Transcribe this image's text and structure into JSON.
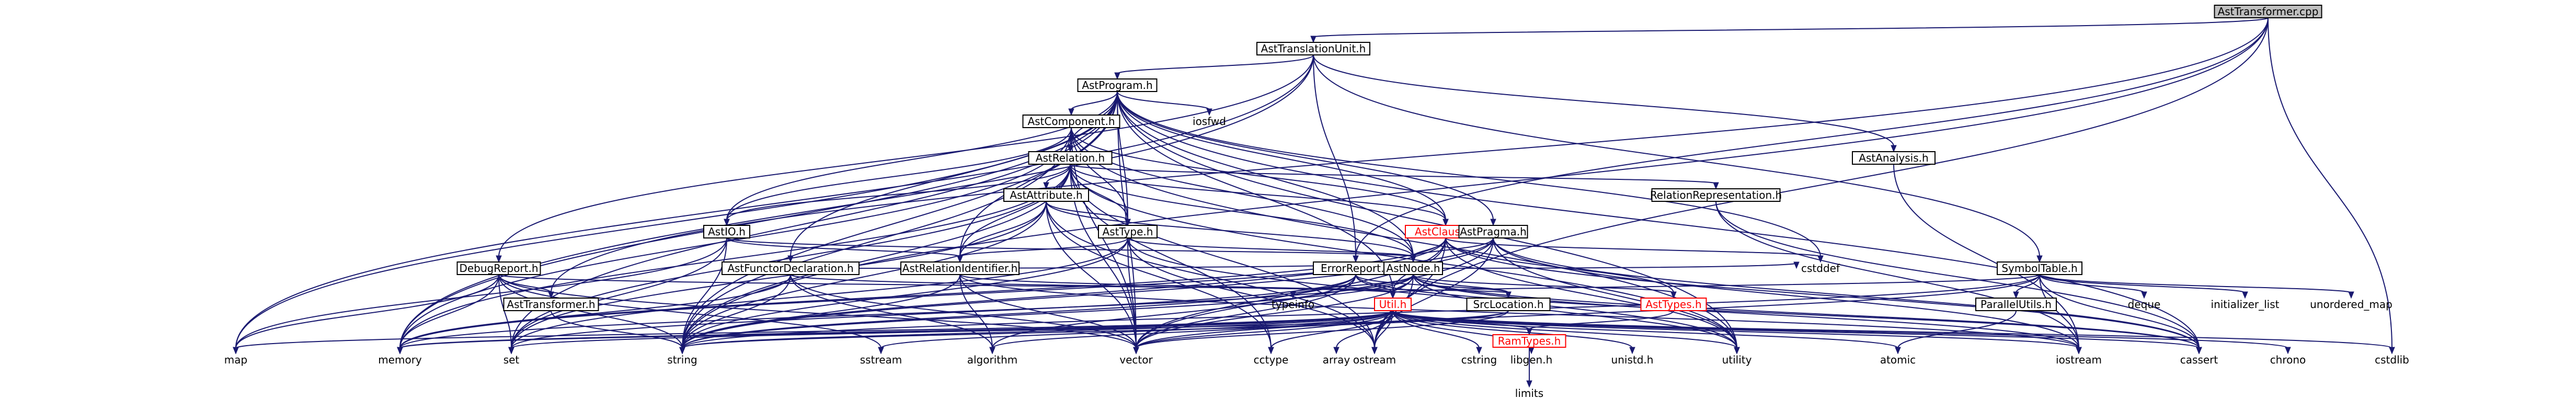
{
  "diagram": {
    "type": "include-dependency-graph",
    "nodes": [
      {
        "id": "root",
        "label": "AstTransformer.cpp",
        "kind": "root"
      },
      {
        "id": "tu",
        "label": "AstTranslationUnit.h",
        "kind": "std"
      },
      {
        "id": "prog",
        "label": "AstProgram.h",
        "kind": "std"
      },
      {
        "id": "comp",
        "label": "AstComponent.h",
        "kind": "std"
      },
      {
        "id": "rel",
        "label": "AstRelation.h",
        "kind": "std"
      },
      {
        "id": "attr",
        "label": "AstAttribute.h",
        "kind": "std"
      },
      {
        "id": "clause",
        "label": "AstClause.h",
        "kind": "red"
      },
      {
        "id": "io",
        "label": "AstIO.h",
        "kind": "std"
      },
      {
        "id": "type",
        "label": "AstType.h",
        "kind": "std"
      },
      {
        "id": "pragma",
        "label": "AstPragma.h",
        "kind": "std"
      },
      {
        "id": "relrep",
        "label": "RelationRepresentation.h",
        "kind": "std"
      },
      {
        "id": "analysis",
        "label": "AstAnalysis.h",
        "kind": "std"
      },
      {
        "id": "debug",
        "label": "DebugReport.h",
        "kind": "std"
      },
      {
        "id": "funcdecl",
        "label": "AstFunctorDeclaration.h",
        "kind": "std"
      },
      {
        "id": "relid",
        "label": "AstRelationIdentifier.h",
        "kind": "std"
      },
      {
        "id": "asttrans",
        "label": "AstTransformer.h",
        "kind": "std"
      },
      {
        "id": "err",
        "label": "ErrorReport.h",
        "kind": "std"
      },
      {
        "id": "node",
        "label": "AstNode.h",
        "kind": "std"
      },
      {
        "id": "symtab",
        "label": "SymbolTable.h",
        "kind": "std"
      },
      {
        "id": "util",
        "label": "Util.h",
        "kind": "red"
      },
      {
        "id": "srcloc",
        "label": "SrcLocation.h",
        "kind": "std"
      },
      {
        "id": "asttypes",
        "label": "AstTypes.h",
        "kind": "red"
      },
      {
        "id": "ramtypes",
        "label": "RamTypes.h",
        "kind": "red"
      },
      {
        "id": "parutils",
        "label": "ParallelUtils.h",
        "kind": "std"
      },
      {
        "id": "map",
        "label": "map",
        "kind": "plain"
      },
      {
        "id": "memory",
        "label": "memory",
        "kind": "plain"
      },
      {
        "id": "set",
        "label": "set",
        "kind": "plain"
      },
      {
        "id": "string",
        "label": "string",
        "kind": "plain"
      },
      {
        "id": "sstream",
        "label": "sstream",
        "kind": "plain"
      },
      {
        "id": "vector",
        "label": "vector",
        "kind": "plain"
      },
      {
        "id": "algorithm",
        "label": "algorithm",
        "kind": "plain"
      },
      {
        "id": "cctype",
        "label": "cctype",
        "kind": "plain"
      },
      {
        "id": "ostream",
        "label": "ostream",
        "kind": "plain"
      },
      {
        "id": "libgen",
        "label": "libgen.h",
        "kind": "plain"
      },
      {
        "id": "unistd",
        "label": "unistd.h",
        "kind": "plain"
      },
      {
        "id": "limits",
        "label": "limits",
        "kind": "plain"
      },
      {
        "id": "utility",
        "label": "utility",
        "kind": "plain"
      },
      {
        "id": "atomic",
        "label": "atomic",
        "kind": "plain"
      },
      {
        "id": "iostream",
        "label": "iostream",
        "kind": "plain"
      },
      {
        "id": "cassert",
        "label": "cassert",
        "kind": "plain"
      },
      {
        "id": "chrono",
        "label": "chrono",
        "kind": "plain"
      },
      {
        "id": "cstdlib",
        "label": "cstdlib",
        "kind": "plain"
      },
      {
        "id": "cstddef",
        "label": "cstddef",
        "kind": "plain"
      },
      {
        "id": "typeinfo",
        "label": "typeinfo",
        "kind": "plain"
      },
      {
        "id": "array",
        "label": "array",
        "kind": "plain"
      },
      {
        "id": "cstring",
        "label": "cstring",
        "kind": "plain"
      },
      {
        "id": "iosfwd",
        "label": "iosfwd",
        "kind": "plain"
      },
      {
        "id": "deque",
        "label": "deque",
        "kind": "plain"
      },
      {
        "id": "initlist",
        "label": "initializer_list",
        "kind": "plain"
      },
      {
        "id": "umap",
        "label": "unordered_map",
        "kind": "plain"
      }
    ],
    "edges": [
      [
        "root",
        "tu"
      ],
      [
        "root",
        "asttrans"
      ],
      [
        "root",
        "err"
      ],
      [
        "root",
        "ostream"
      ],
      [
        "root",
        "cstdlib"
      ],
      [
        "root",
        "string"
      ],
      [
        "tu",
        "prog"
      ],
      [
        "tu",
        "debug"
      ],
      [
        "tu",
        "err"
      ],
      [
        "tu",
        "analysis"
      ],
      [
        "tu",
        "symtab"
      ],
      [
        "tu",
        "map"
      ],
      [
        "tu",
        "memory"
      ],
      [
        "prog",
        "comp"
      ],
      [
        "prog",
        "rel"
      ],
      [
        "prog",
        "io"
      ],
      [
        "prog",
        "type"
      ],
      [
        "prog",
        "pragma"
      ],
      [
        "prog",
        "funcdecl"
      ],
      [
        "prog",
        "relid"
      ],
      [
        "prog",
        "clause"
      ],
      [
        "prog",
        "node"
      ],
      [
        "prog",
        "util"
      ],
      [
        "prog",
        "iosfwd"
      ],
      [
        "prog",
        "map"
      ],
      [
        "prog",
        "memory"
      ],
      [
        "prog",
        "set"
      ],
      [
        "prog",
        "string"
      ],
      [
        "prog",
        "vector"
      ],
      [
        "prog",
        "cassert"
      ],
      [
        "prog",
        "utility"
      ],
      [
        "prog",
        "cstddef"
      ],
      [
        "comp",
        "rel"
      ],
      [
        "comp",
        "io"
      ],
      [
        "comp",
        "type"
      ],
      [
        "comp",
        "clause"
      ],
      [
        "comp",
        "node"
      ],
      [
        "comp",
        "memory"
      ],
      [
        "comp",
        "vector"
      ],
      [
        "comp",
        "utility"
      ],
      [
        "comp",
        "string"
      ],
      [
        "rel",
        "attr"
      ],
      [
        "rel",
        "clause"
      ],
      [
        "rel",
        "io"
      ],
      [
        "rel",
        "relid"
      ],
      [
        "rel",
        "type"
      ],
      [
        "rel",
        "node"
      ],
      [
        "rel",
        "relrep"
      ],
      [
        "rel",
        "memory"
      ],
      [
        "rel",
        "set"
      ],
      [
        "rel",
        "string"
      ],
      [
        "rel",
        "vector"
      ],
      [
        "rel",
        "ostream"
      ],
      [
        "rel",
        "cctype"
      ],
      [
        "rel",
        "utility"
      ],
      [
        "attr",
        "type"
      ],
      [
        "attr",
        "node"
      ],
      [
        "attr",
        "relid"
      ],
      [
        "attr",
        "string"
      ],
      [
        "attr",
        "vector"
      ],
      [
        "attr",
        "cctype"
      ],
      [
        "attr",
        "ostream"
      ],
      [
        "attr",
        "set"
      ],
      [
        "clause",
        "node"
      ],
      [
        "clause",
        "util"
      ],
      [
        "clause",
        "asttypes"
      ],
      [
        "clause",
        "string"
      ],
      [
        "clause",
        "vector"
      ],
      [
        "clause",
        "memory"
      ],
      [
        "clause",
        "utility"
      ],
      [
        "clause",
        "cassert"
      ],
      [
        "clause",
        "cstddef"
      ],
      [
        "clause",
        "ostream"
      ],
      [
        "io",
        "relid"
      ],
      [
        "io",
        "node"
      ],
      [
        "io",
        "map"
      ],
      [
        "io",
        "string"
      ],
      [
        "io",
        "set"
      ],
      [
        "type",
        "node"
      ],
      [
        "type",
        "relid"
      ],
      [
        "type",
        "string"
      ],
      [
        "type",
        "vector"
      ],
      [
        "type",
        "set"
      ],
      [
        "type",
        "ostream"
      ],
      [
        "type",
        "utility"
      ],
      [
        "pragma",
        "node"
      ],
      [
        "pragma",
        "string"
      ],
      [
        "pragma",
        "utility"
      ],
      [
        "pragma",
        "iostream"
      ],
      [
        "pragma",
        "cassert"
      ],
      [
        "pragma",
        "memory"
      ],
      [
        "pragma",
        "vector"
      ],
      [
        "pragma",
        "ostream"
      ],
      [
        "relrep",
        "cassert"
      ],
      [
        "relrep",
        "iostream"
      ],
      [
        "analysis",
        "iostream"
      ],
      [
        "debug",
        "asttrans"
      ],
      [
        "debug",
        "srcloc"
      ],
      [
        "debug",
        "sstream"
      ],
      [
        "debug",
        "string"
      ],
      [
        "debug",
        "vector"
      ],
      [
        "debug",
        "set"
      ],
      [
        "debug",
        "memory"
      ],
      [
        "debug",
        "map"
      ],
      [
        "funcdecl",
        "node"
      ],
      [
        "funcdecl",
        "util"
      ],
      [
        "funcdecl",
        "string"
      ],
      [
        "funcdecl",
        "vector"
      ],
      [
        "funcdecl",
        "memory"
      ],
      [
        "funcdecl",
        "algorithm"
      ],
      [
        "relid",
        "util"
      ],
      [
        "relid",
        "string"
      ],
      [
        "relid",
        "vector"
      ],
      [
        "relid",
        "algorithm"
      ],
      [
        "relid",
        "iostream"
      ],
      [
        "asttrans",
        "string"
      ],
      [
        "err",
        "srcloc"
      ],
      [
        "err",
        "util"
      ],
      [
        "err",
        "string"
      ],
      [
        "err",
        "vector"
      ],
      [
        "err",
        "set"
      ],
      [
        "err",
        "algorithm"
      ],
      [
        "err",
        "cassert"
      ],
      [
        "node",
        "srcloc"
      ],
      [
        "node",
        "util"
      ],
      [
        "node",
        "asttypes"
      ],
      [
        "node",
        "typeinfo"
      ],
      [
        "node",
        "memory"
      ],
      [
        "node",
        "string"
      ],
      [
        "node",
        "vector"
      ],
      [
        "node",
        "utility"
      ],
      [
        "node",
        "cassert"
      ],
      [
        "node",
        "cstddef"
      ],
      [
        "node",
        "iostream"
      ],
      [
        "node",
        "ostream"
      ],
      [
        "symtab",
        "parutils"
      ],
      [
        "symtab",
        "util"
      ],
      [
        "symtab",
        "deque"
      ],
      [
        "symtab",
        "initlist"
      ],
      [
        "symtab",
        "umap"
      ],
      [
        "symtab",
        "iostream"
      ],
      [
        "symtab",
        "string"
      ],
      [
        "symtab",
        "vector"
      ],
      [
        "symtab",
        "cassert"
      ],
      [
        "util",
        "ramtypes"
      ],
      [
        "util",
        "map"
      ],
      [
        "util",
        "memory"
      ],
      [
        "util",
        "set"
      ],
      [
        "util",
        "string"
      ],
      [
        "util",
        "sstream"
      ],
      [
        "util",
        "vector"
      ],
      [
        "util",
        "algorithm"
      ],
      [
        "util",
        "cctype"
      ],
      [
        "util",
        "ostream"
      ],
      [
        "util",
        "libgen"
      ],
      [
        "util",
        "unistd"
      ],
      [
        "util",
        "utility"
      ],
      [
        "util",
        "atomic"
      ],
      [
        "util",
        "iostream"
      ],
      [
        "util",
        "cassert"
      ],
      [
        "util",
        "chrono"
      ],
      [
        "util",
        "cstdlib"
      ],
      [
        "util",
        "array"
      ],
      [
        "util",
        "cstring"
      ],
      [
        "srcloc",
        "string"
      ],
      [
        "srcloc",
        "vector"
      ],
      [
        "srcloc",
        "memory"
      ],
      [
        "asttypes",
        "ramtypes"
      ],
      [
        "ramtypes",
        "limits"
      ],
      [
        "parutils",
        "atomic"
      ]
    ]
  }
}
